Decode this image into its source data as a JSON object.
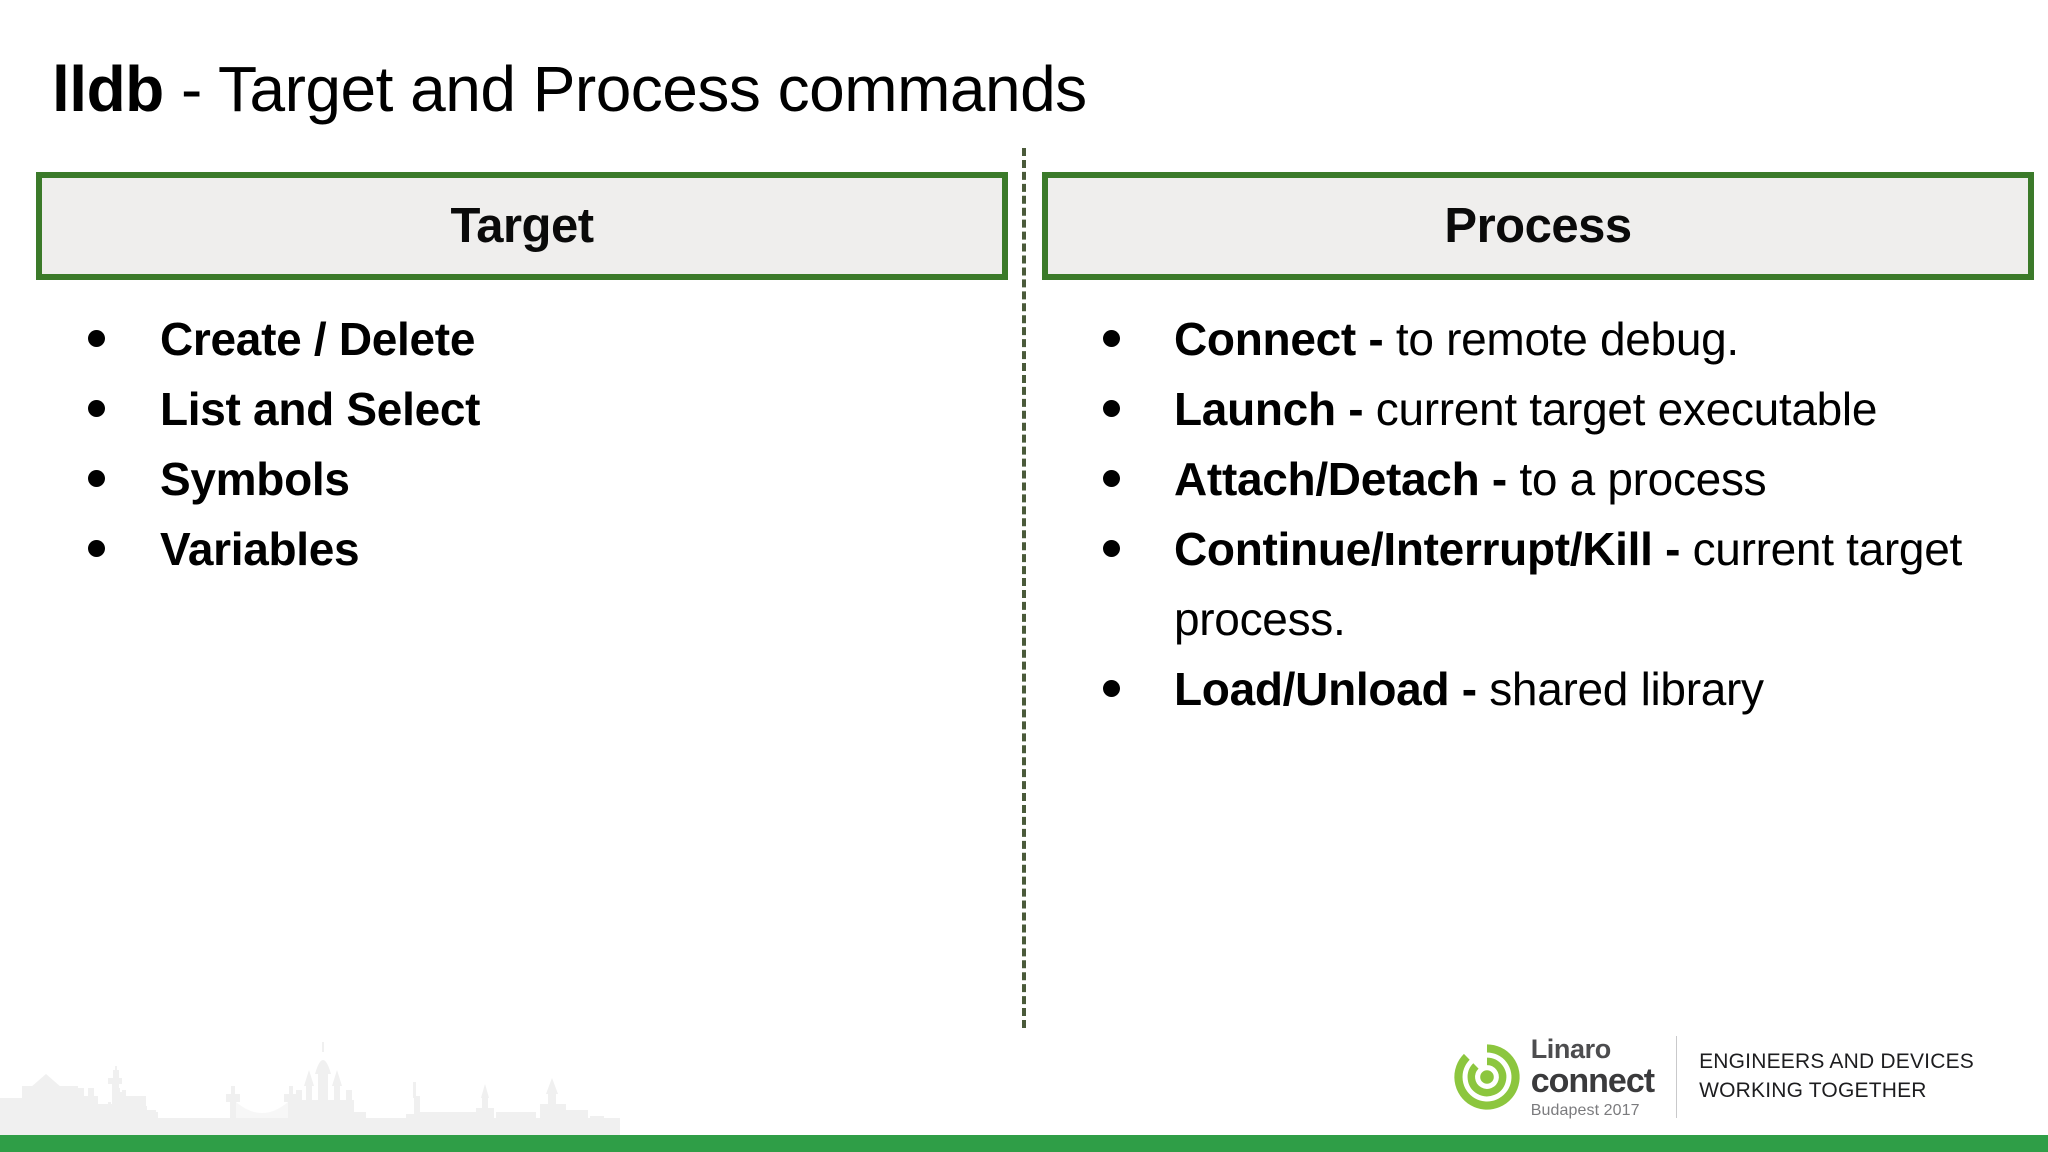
{
  "slide": {
    "title_strong": "lldb",
    "title_rest": " - Target and Process commands"
  },
  "columns": [
    {
      "id": "target",
      "header": "Target",
      "items": [
        {
          "term": "Create / Delete",
          "dash": "",
          "desc": ""
        },
        {
          "term": "List and Select",
          "dash": "",
          "desc": ""
        },
        {
          "term": "Symbols",
          "dash": "",
          "desc": ""
        },
        {
          "term": "Variables",
          "dash": "",
          "desc": ""
        }
      ]
    },
    {
      "id": "process",
      "header": "Process",
      "items": [
        {
          "term": "Connect",
          "dash": " - ",
          "desc": "to remote debug."
        },
        {
          "term": "Launch",
          "dash": " - ",
          "desc": "current target executable"
        },
        {
          "term": "Attach/Detach",
          "dash": " - ",
          "desc": "to a process"
        },
        {
          "term": "Continue/Interrupt/Kill",
          "dash": " - ",
          "desc": "current target process."
        },
        {
          "term": "Load/Unload",
          "dash": " - ",
          "desc": "shared library"
        }
      ]
    }
  ],
  "footer": {
    "brand_linaro": "Linaro",
    "brand_connect": "connect",
    "brand_city": "Budapest 2017",
    "tagline_line1": "ENGINEERS AND DEVICES",
    "tagline_line2": "WORKING TOGETHER"
  },
  "colors": {
    "accent_green": "#2f9e47",
    "box_border_green": "#3b7a2a",
    "box_fill": "#efeeed",
    "logo_green": "#8cc63e",
    "divider": "#4a5a3a"
  }
}
